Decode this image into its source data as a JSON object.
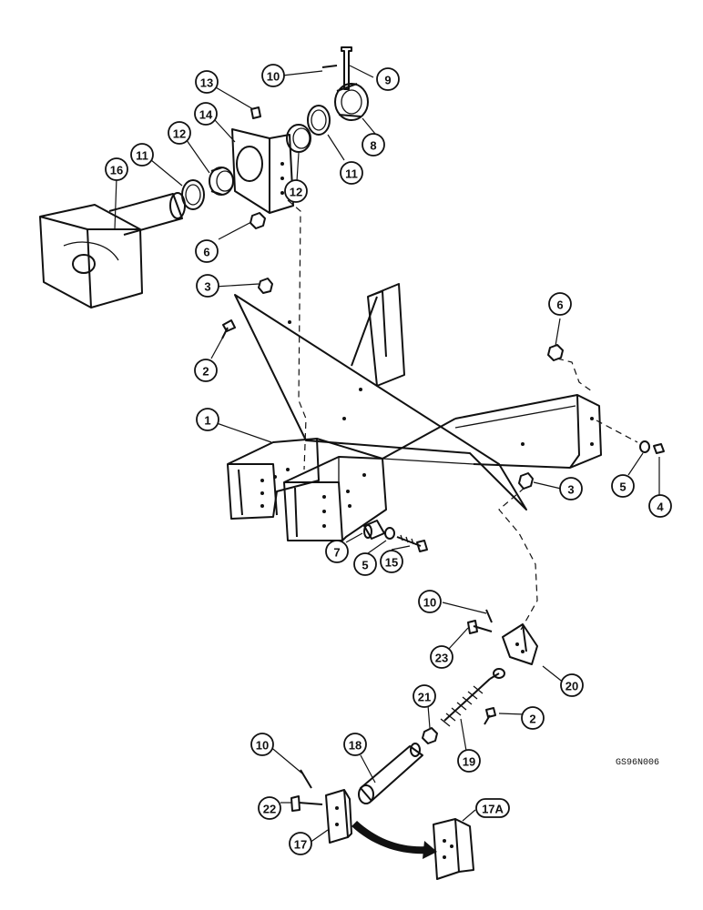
{
  "figure_code": "GS96N006",
  "callouts": [
    {
      "label": "1"
    },
    {
      "label": "2"
    },
    {
      "label": "2"
    },
    {
      "label": "3"
    },
    {
      "label": "3"
    },
    {
      "label": "4"
    },
    {
      "label": "5"
    },
    {
      "label": "5"
    },
    {
      "label": "6"
    },
    {
      "label": "6"
    },
    {
      "label": "7"
    },
    {
      "label": "8"
    },
    {
      "label": "9"
    },
    {
      "label": "10"
    },
    {
      "label": "10"
    },
    {
      "label": "10"
    },
    {
      "label": "11"
    },
    {
      "label": "11"
    },
    {
      "label": "12"
    },
    {
      "label": "12"
    },
    {
      "label": "13"
    },
    {
      "label": "14"
    },
    {
      "label": "15"
    },
    {
      "label": "16"
    },
    {
      "label": "17"
    },
    {
      "label": "17A"
    },
    {
      "label": "18"
    },
    {
      "label": "19"
    },
    {
      "label": "20"
    },
    {
      "label": "21"
    },
    {
      "label": "22"
    },
    {
      "label": "23"
    }
  ]
}
